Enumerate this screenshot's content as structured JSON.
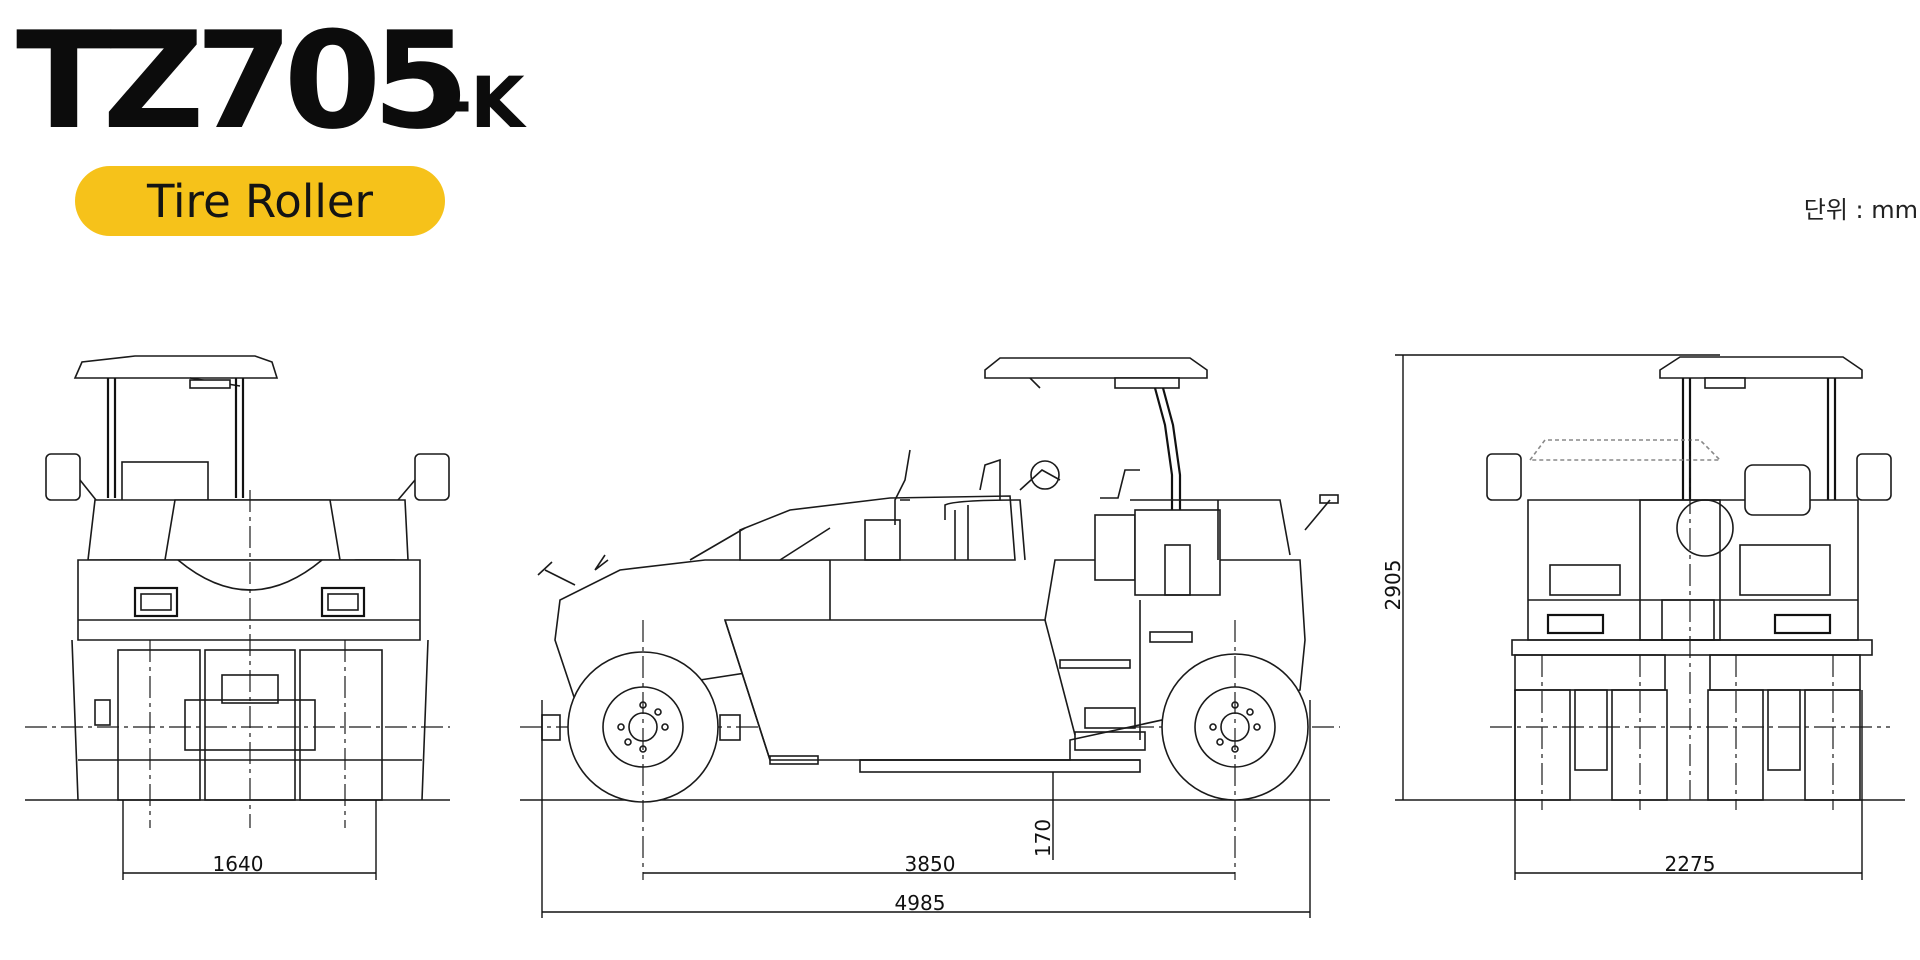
{
  "header": {
    "model_main": "TZ705",
    "model_suffix": "-K",
    "category": "Tire Roller",
    "unit": "단위 : mm"
  },
  "dimensions": {
    "front_track": "1640",
    "wheelbase": "3850",
    "overall_length": "4985",
    "ground_clearance": "170",
    "overall_height": "2905",
    "rear_width": "2275"
  }
}
